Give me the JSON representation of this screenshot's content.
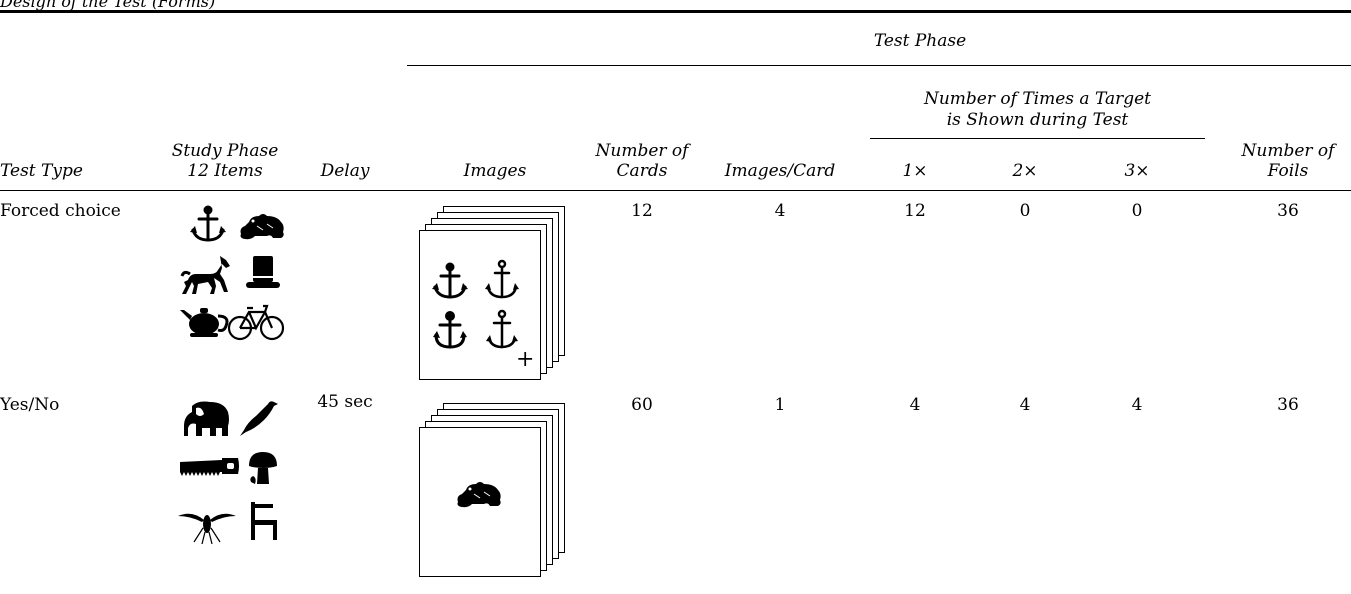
{
  "caption": "Design of the Test (Forms)",
  "headers": {
    "test_phase": "Test Phase",
    "times_line1": "Number of Times a Target",
    "times_line2": "is Shown during Test",
    "test_type": "Test Type",
    "study_phase_line1": "Study Phase",
    "study_phase_line2": "12 Items",
    "delay": "Delay",
    "images": "Images",
    "num_cards_line1": "Number of",
    "num_cards_line2": "Cards",
    "images_per_card": "Images/Card",
    "t1": "1×",
    "t2": "2×",
    "t3": "3×",
    "foils_line1": "Number of",
    "foils_line2": "Foils"
  },
  "delay_value": "45 sec",
  "rows": [
    {
      "test_type": "Forced choice",
      "study_icons": [
        "anchor-icon",
        "frog-icon",
        "horse-icon",
        "top-hat-icon",
        "teapot-icon",
        "bicycle-icon"
      ],
      "card_icons": [
        "anchor-icon",
        "anchor-icon",
        "anchor-icon",
        "anchor-icon"
      ],
      "card_mark": "+",
      "num_cards": "12",
      "images_per_card": "4",
      "t1": "12",
      "t2": "0",
      "t3": "0",
      "foils": "36"
    },
    {
      "test_type": "Yes/No",
      "study_icons": [
        "elephant-icon",
        "bird-icon",
        "saw-icon",
        "mushroom-icon",
        "mosquito-icon",
        "chair-icon"
      ],
      "card_icons": [
        "frog-icon"
      ],
      "num_cards": "60",
      "images_per_card": "1",
      "t1": "4",
      "t2": "4",
      "t3": "4",
      "foils": "36"
    }
  ]
}
